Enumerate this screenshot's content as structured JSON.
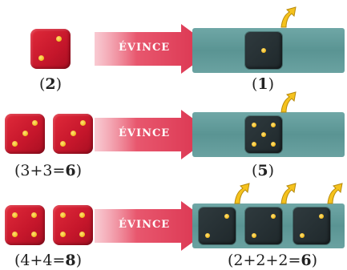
{
  "arrow_label": "ÉVINCE",
  "rows": [
    {
      "left_caption": "(2)",
      "left_caption_bold": "2",
      "right_caption": "(1)",
      "right_caption_bold": "1"
    },
    {
      "left_caption_prefix": "(3+3=",
      "left_caption_bold": "6",
      "left_caption_suffix": ")",
      "right_caption_prefix": "(",
      "right_caption_bold": "5",
      "right_caption_suffix": ")"
    },
    {
      "left_caption_prefix": "(4+4=",
      "left_caption_bold": "8",
      "left_caption_suffix": ")",
      "right_caption_prefix": "(2+2+2=",
      "right_caption_bold": "6",
      "right_caption_suffix": ")"
    }
  ],
  "colors": {
    "red_die": "#c5162b",
    "dark_die": "#1f282b",
    "board": "#5a9493",
    "pip": "#f1b81b",
    "arrow": "#e0405a"
  }
}
